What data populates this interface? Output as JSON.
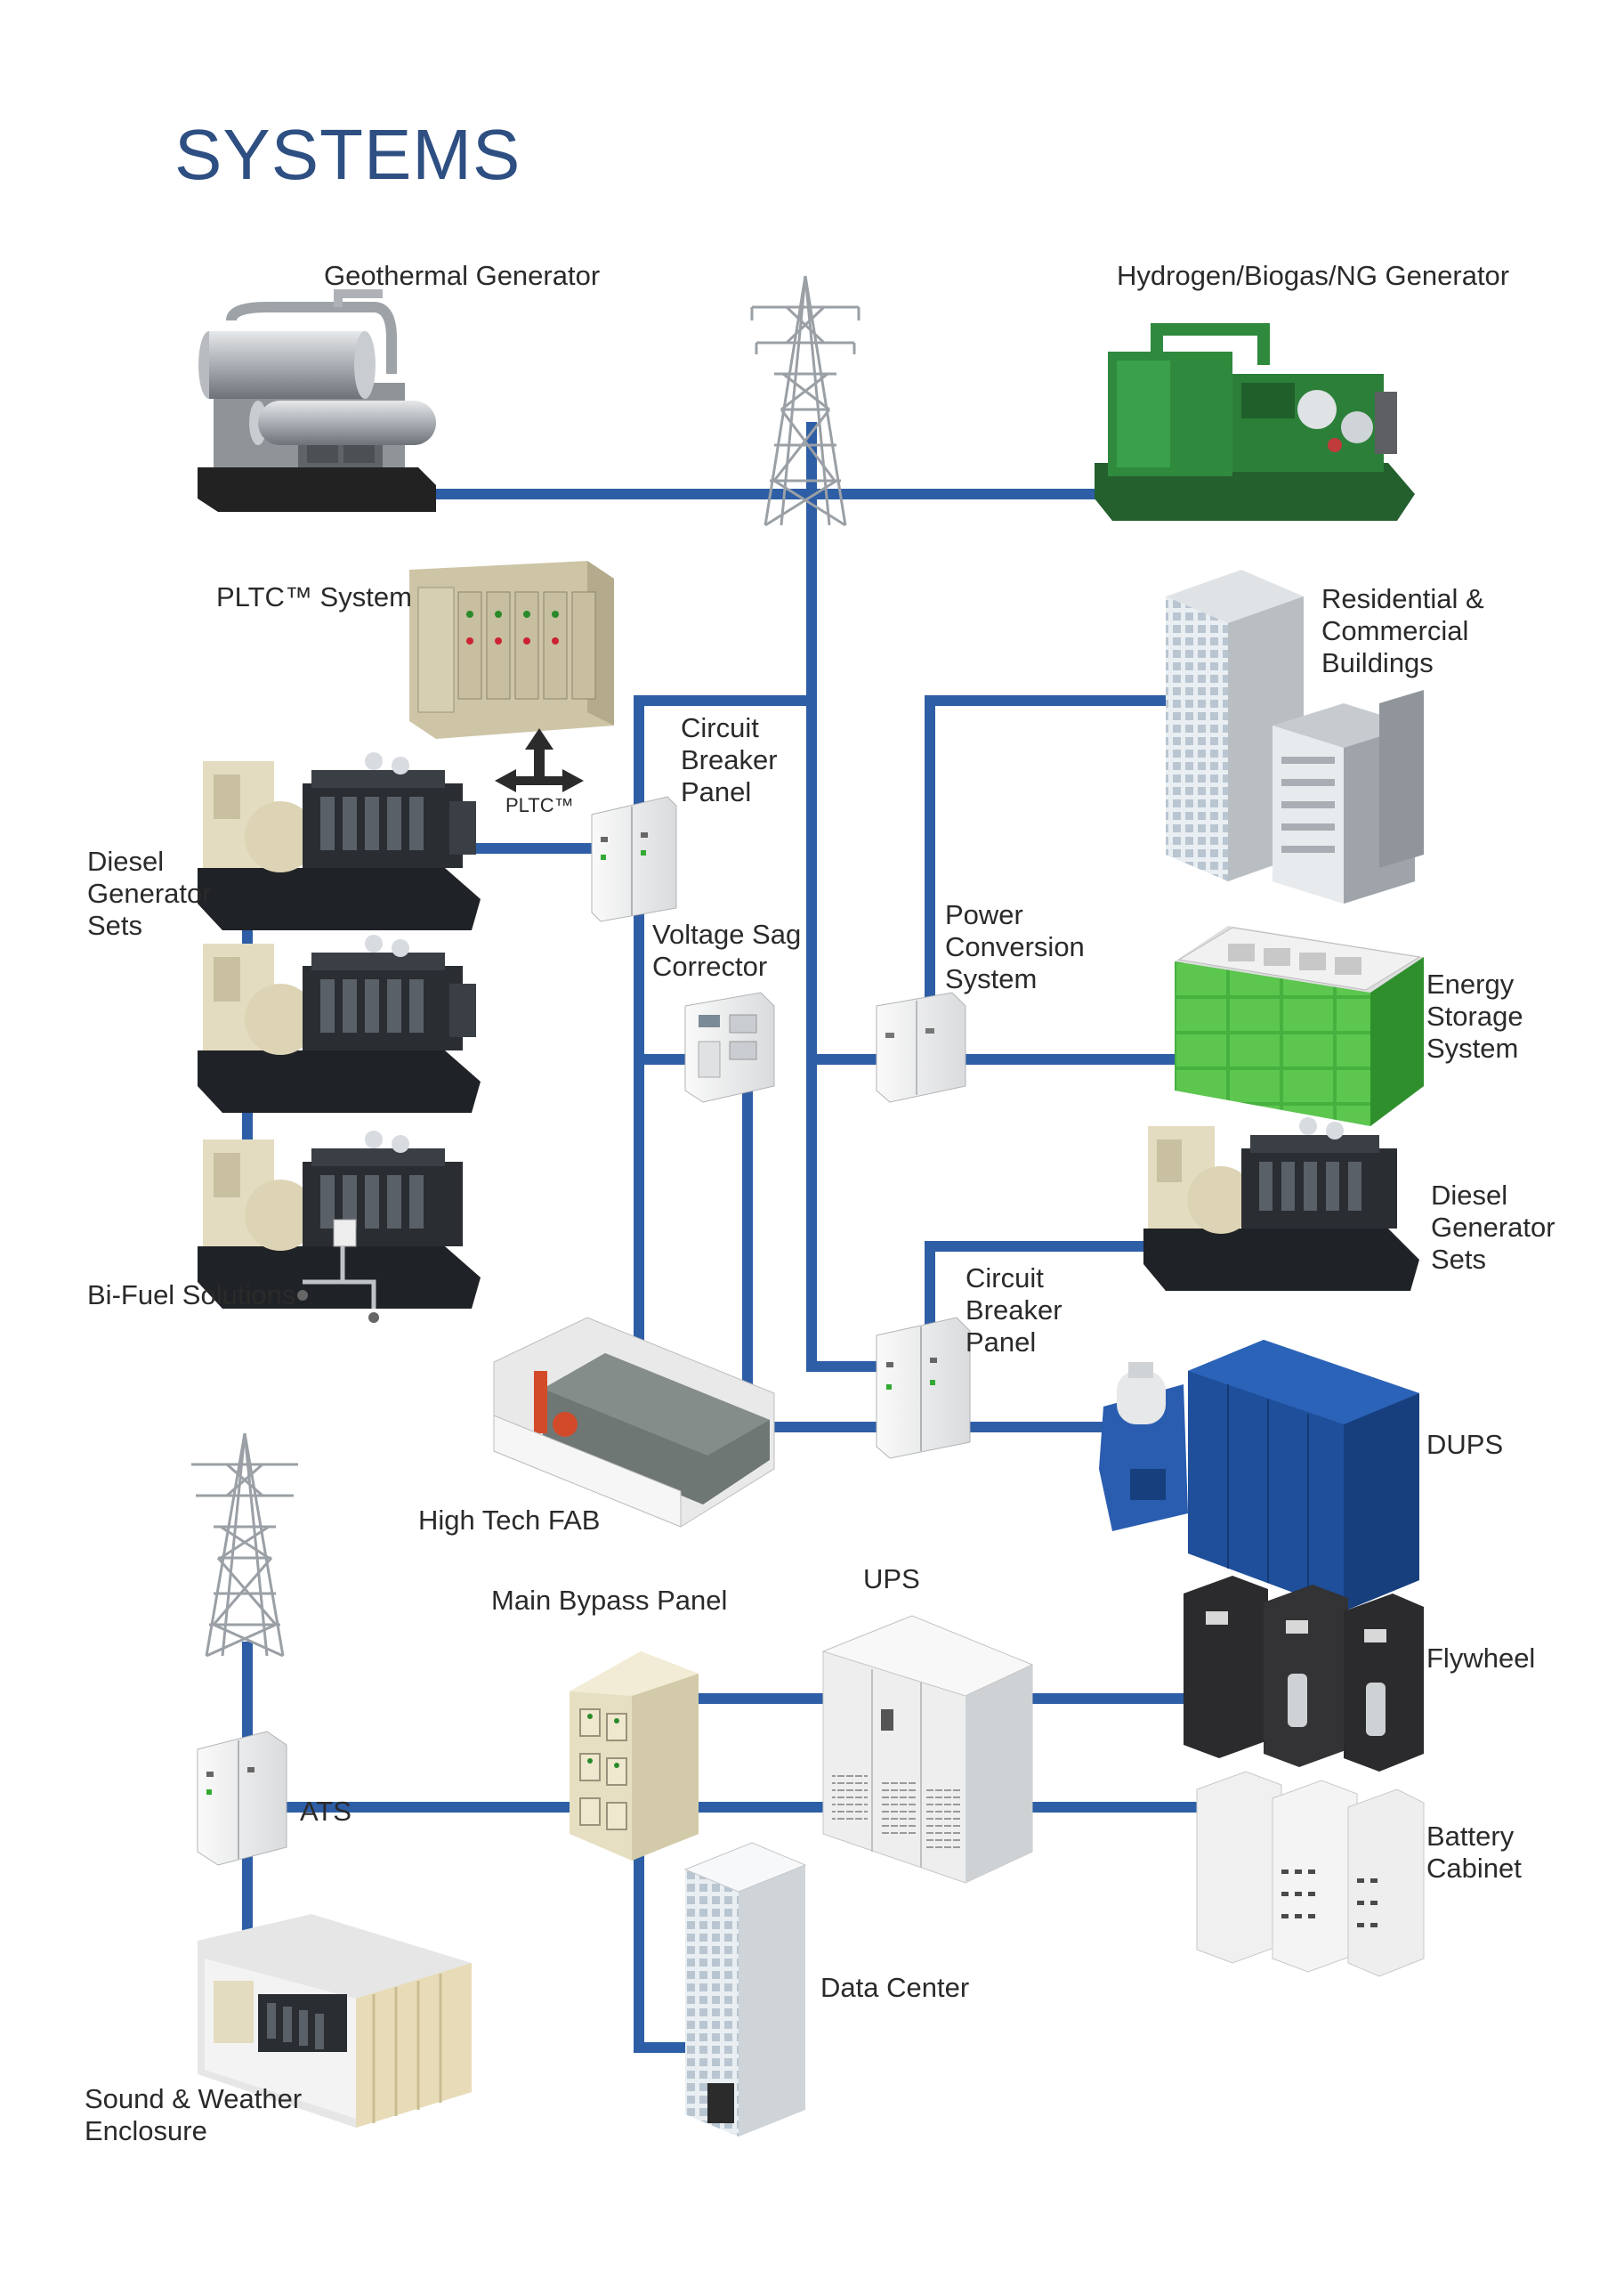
{
  "title": "SYSTEMS",
  "labels": {
    "geothermal": "Geothermal Generator",
    "hydrogen": "Hydrogen/Biogas/NG Generator",
    "pltc_system": "PLTC™ System",
    "pltc_arrow": "PLTC™",
    "cb_panel_1": "Circuit\nBreaker\nPanel",
    "residential": "Residential &\nCommercial\nBuildings",
    "diesel_left": "Diesel\nGenerator\nSets",
    "voltage_sag": "Voltage Sag\nCorrector",
    "power_conversion": "Power\nConversion\nSystem",
    "energy_storage": "Energy\nStorage\nSystem",
    "diesel_right": "Diesel\nGenerator\nSets",
    "bifuel": "Bi-Fuel Solutions",
    "cb_panel_2": "Circuit\nBreaker\nPanel",
    "dups": "DUPS",
    "high_tech_fab": "High Tech FAB",
    "ups": "UPS",
    "main_bypass": "Main Bypass Panel",
    "flywheel": "Flywheel",
    "ats": "ATS",
    "battery": "Battery\nCabinet",
    "data_center": "Data Center",
    "sound_weather": "Sound & Weather\nEnclosure"
  },
  "colors": {
    "line": "#2d5ea6",
    "title": "#2e4f82",
    "diesel_body": "#2a2e33",
    "diesel_alternator": "#e4dcc0",
    "hydrogen_green": "#2f8a3e",
    "energy_storage_green": "#3faa3a",
    "dups_blue": "#1f4f9a",
    "cabinet_beige": "#cfc6a6",
    "panel_white": "#f0f0f0"
  }
}
